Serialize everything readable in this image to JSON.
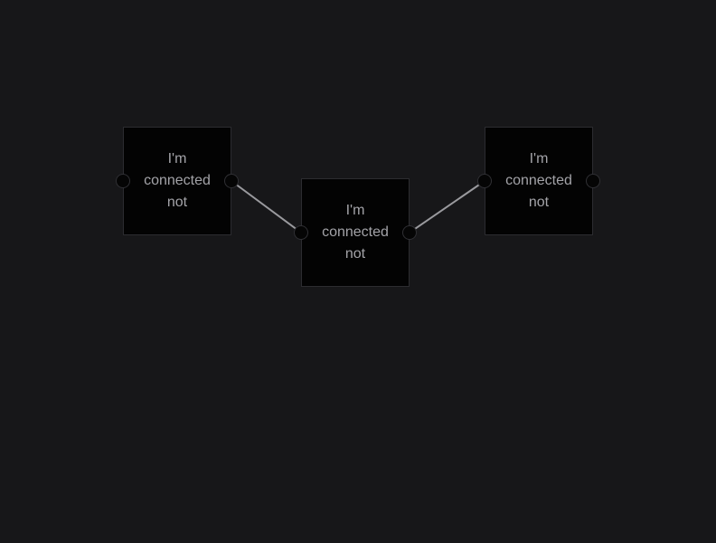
{
  "nodes": [
    {
      "id": "node-1",
      "label": "I'm connected not"
    },
    {
      "id": "node-2",
      "label": "I'm connected not"
    },
    {
      "id": "node-3",
      "label": "I'm connected not"
    }
  ],
  "edges": [
    {
      "source": "node-1",
      "target": "node-2"
    },
    {
      "source": "node-2",
      "target": "node-3"
    }
  ],
  "colors": {
    "background": "#171719",
    "node_fill": "#030303",
    "edge": "#9a9a9e",
    "text": "#a3a3a8"
  }
}
